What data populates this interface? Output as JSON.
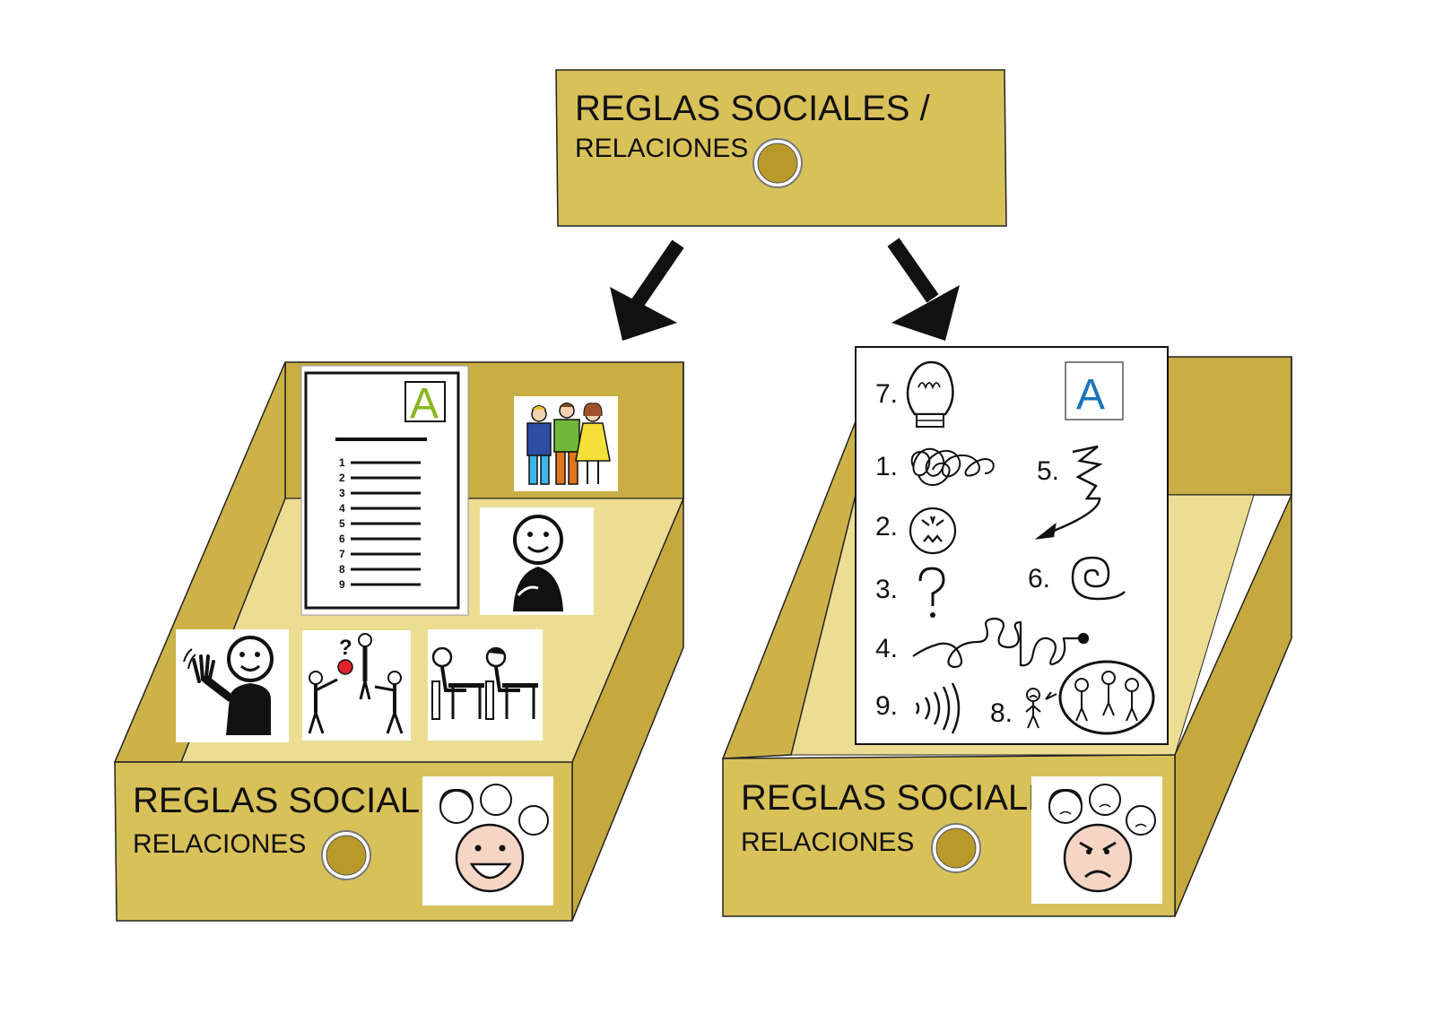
{
  "top_box": {
    "title": "REGLAS SOCIALES /",
    "subtitle": "RELACIONES"
  },
  "left_box": {
    "title": "REGLAS SOCIALES",
    "subtitle": "RELACIONES",
    "document_letter": "A",
    "document_list_numbers": [
      "1",
      "2",
      "3",
      "4",
      "5",
      "6",
      "7",
      "8",
      "9"
    ],
    "pictograms": [
      "friends-group-icon",
      "hand-on-chest-icon",
      "waving-person-icon",
      "ball-game-icon",
      "students-at-desks-icon",
      "happy-faces-icon"
    ]
  },
  "right_box": {
    "title": "REGLAS SOCIALES",
    "subtitle": "RELACIONES",
    "card_letter": "A",
    "steps": [
      {
        "label": "7.",
        "icon": "lightbulb-icon"
      },
      {
        "label": "1.",
        "icon": "tangle-scribble-icon"
      },
      {
        "label": "5.",
        "icon": "zigzag-arrow-icon"
      },
      {
        "label": "2.",
        "icon": "angry-face-icon"
      },
      {
        "label": "3.",
        "icon": "question-mark-icon"
      },
      {
        "label": "6.",
        "icon": "spiral-icon"
      },
      {
        "label": "4.",
        "icon": "scribble-line-icon"
      },
      {
        "label": "9.",
        "icon": "sound-waves-icon"
      },
      {
        "label": "8.",
        "icon": "sad-person-group-icon"
      }
    ],
    "pictograms": [
      "angry-faces-icon"
    ]
  },
  "colors": {
    "box_front": "#d9c15a",
    "box_side": "#c2a53b",
    "box_inner": "#ebd986",
    "box_floor": "#efe09a",
    "outline": "#222222",
    "letter_green": "#8ab51e",
    "letter_blue": "#1a74bb",
    "button_fill": "#b8992a"
  }
}
